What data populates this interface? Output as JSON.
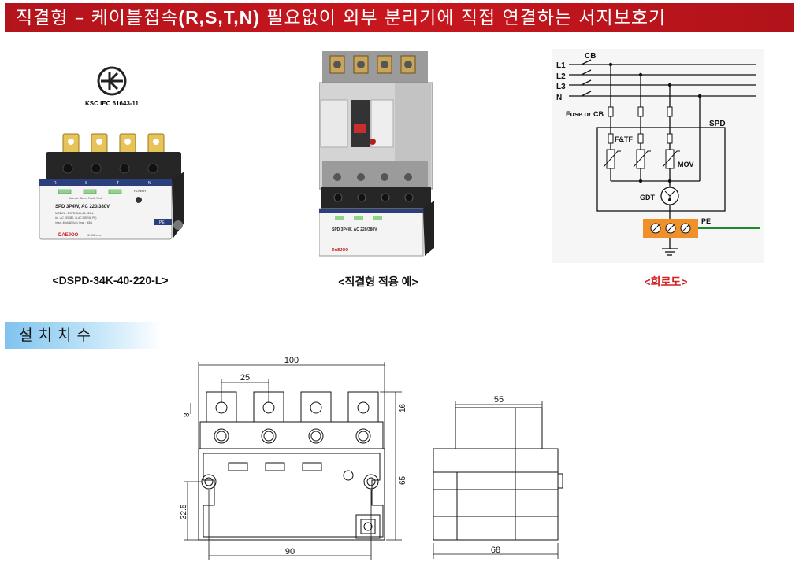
{
  "banner": {
    "prefix": "직결형 – 케이블접속",
    "phases": "(R,S,T,N)",
    "suffix": " 필요없이 외부 분리기에 직접 연결하는 서지보호기"
  },
  "product": {
    "cert_text": "KSC IEC 61643-11",
    "caption": "<DSPD-34K-40-220-L>",
    "phase_labels": [
      "R",
      "S",
      "T",
      "N"
    ],
    "power_label": "POWER",
    "spd_label": "SPD  3P4W, AC 220/380V",
    "model_label": "MODEL : DSPD-34K-40-220-L",
    "spec_lines": [
      "Uc : AC 220/380, 4L AC 255V/4L PE)",
      "Imax : 40kA(8/20us), Imax : 80kA"
    ],
    "status_label": "Normal : Green      Fault : Red",
    "pe_label": "PE",
    "brand": "DAEJOO",
    "brand_sub": "02-831-xxxx"
  },
  "application": {
    "caption": "<직결형 적용 예>"
  },
  "circuit": {
    "caption": "<회로도>",
    "caption_color": "#d32020",
    "labels": {
      "cb": "CB",
      "l1": "L1",
      "l2": "L2",
      "l3": "L3",
      "n": "N",
      "fuse": "Fuse or CB",
      "spd": "SPD",
      "ftf": "F&TF",
      "mov": "MOV",
      "gdt": "GDT",
      "pe": "PE"
    },
    "terminal_color": "#f0902a",
    "pe_line_color": "#1f8a2a"
  },
  "section": {
    "title": "설치치수"
  },
  "dimensions": {
    "overall_width": "100",
    "terminal_pitch": "25",
    "hole_dia": "8",
    "terminal_height": "16",
    "body_height": "65",
    "mount_offset": "32.5",
    "mount_pitch": "90",
    "side_top": "55",
    "side_bottom": "68"
  }
}
